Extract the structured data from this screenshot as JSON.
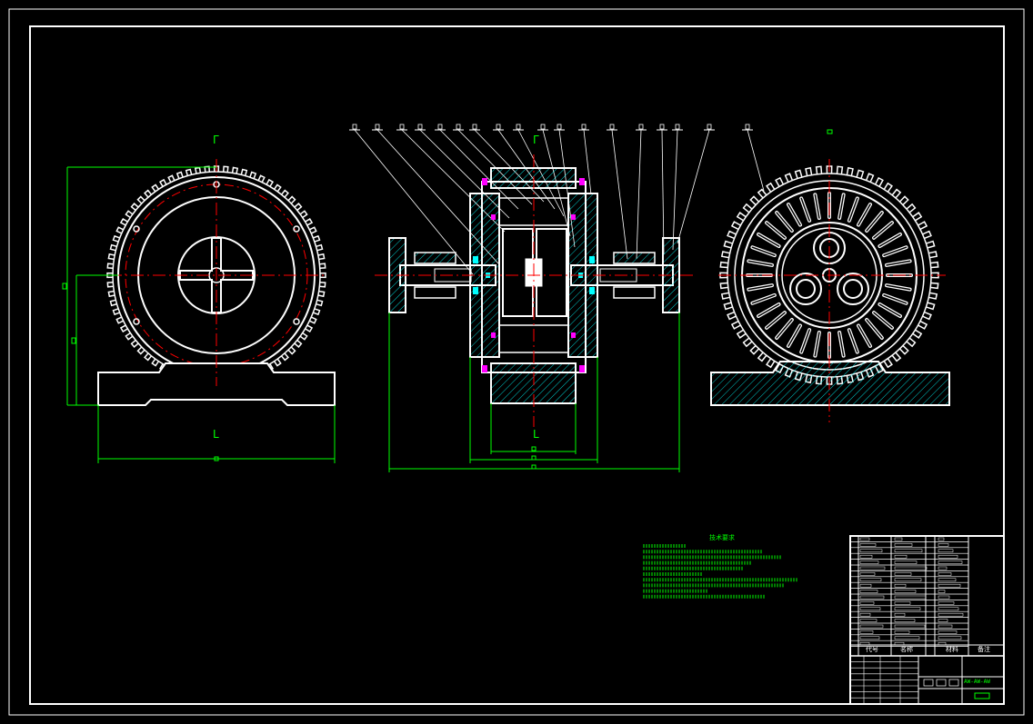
{
  "colors": {
    "background": "#000000",
    "frame": "#ffffff",
    "outline": "#ffffff",
    "centerline": "#ff0000",
    "dimension": "#00ff00",
    "section_hatch": "#00ffff",
    "callout": "#ffffff",
    "bolt": "#ff00ff"
  },
  "views": {
    "left_section_mark": "ᒥ",
    "left_section_mark_bottom": "ᒪ",
    "center_section_mark": "ᒥ",
    "center_section_mark_bottom": "ᒪ"
  },
  "callouts": {
    "count": 19
  },
  "title_block": {
    "col_code": "代号",
    "col_name": "名称",
    "col_material": "材料",
    "col_remark": "备注",
    "drawing_number": "AW-AW-AW",
    "tech_title": "技术要求"
  }
}
